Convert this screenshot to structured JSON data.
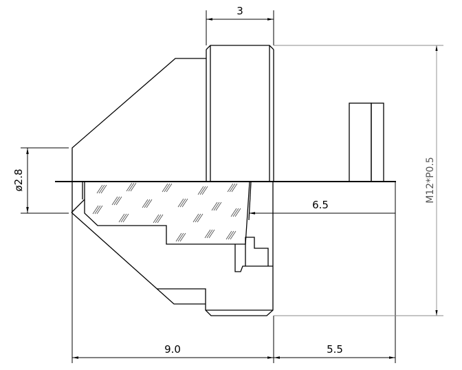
{
  "dimensions": {
    "thread_width": "3",
    "aperture_diameter": "ø2.8",
    "back_focal": "6.5",
    "total_length": "9.0",
    "flange_length": "5.5",
    "thread_spec": "M12*P0.5"
  }
}
